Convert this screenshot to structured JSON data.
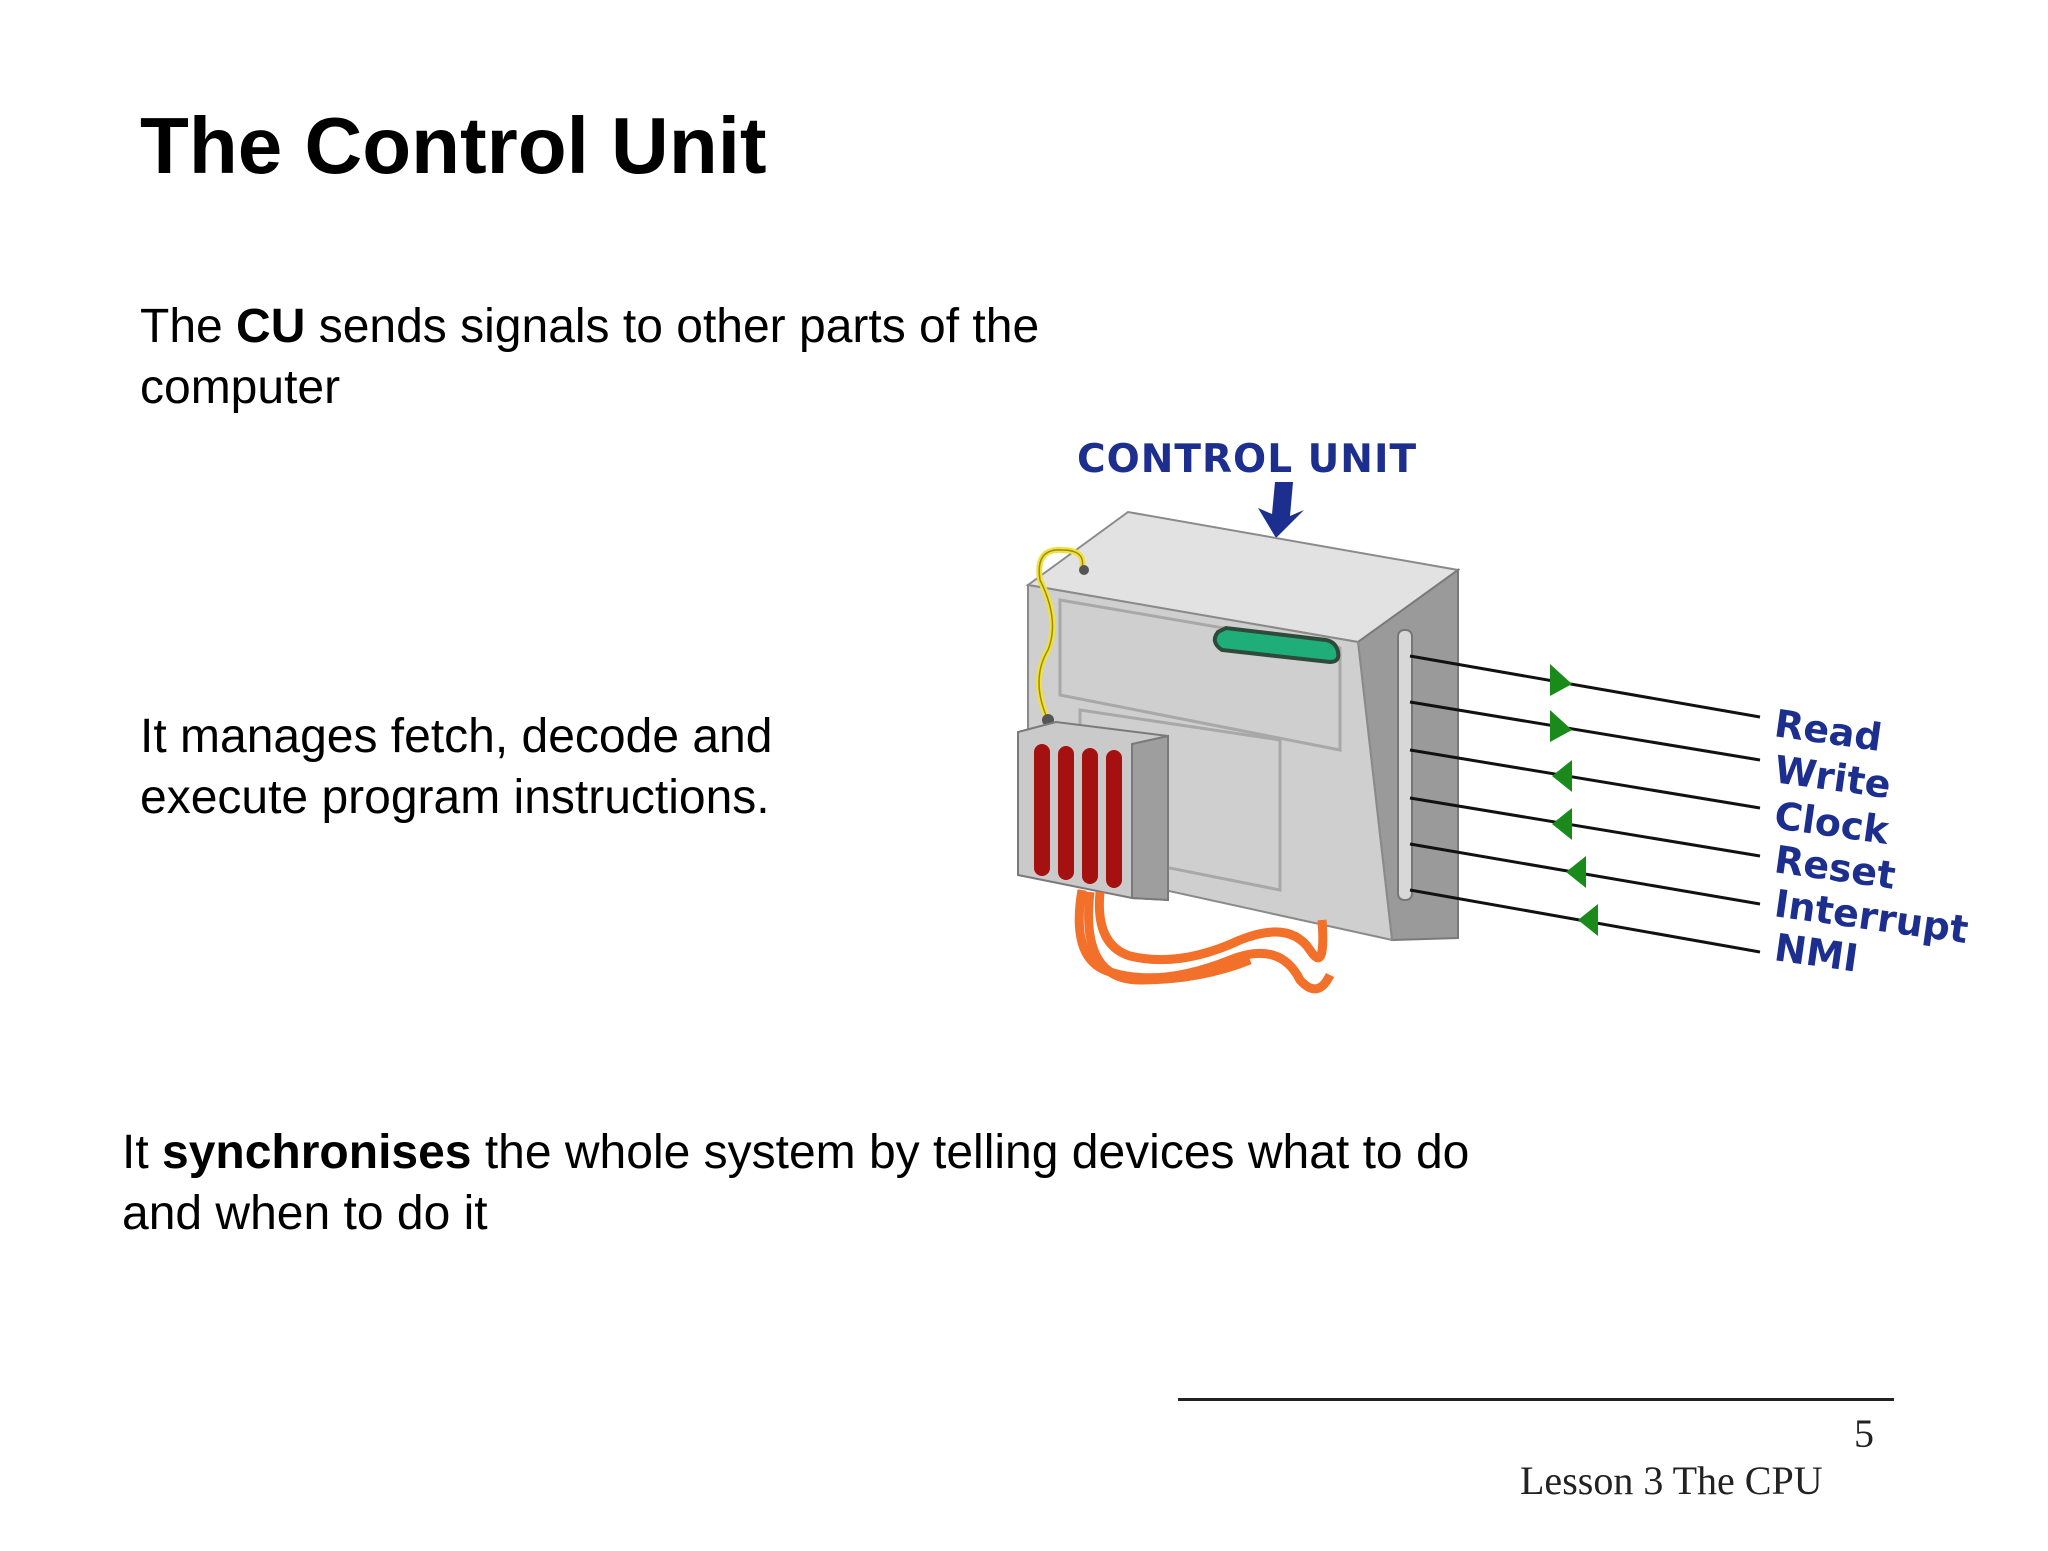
{
  "slide": {
    "title": "The Control Unit",
    "para1": {
      "t1": "The ",
      "b1": "CU",
      "t2": " sends signals to other parts of the computer"
    },
    "para2": "It manages fetch, decode and execute program instructions.",
    "para3": {
      "t1": "It ",
      "b1": "synchronises",
      "t2": " the whole system by telling devices what to do and when to do it"
    }
  },
  "figure": {
    "label": "CONTROL UNIT",
    "signals": [
      "Read",
      "Write",
      "Clock",
      "Reset",
      "Interrupt",
      "NMI"
    ],
    "signal_directions": [
      "out",
      "out",
      "in",
      "in",
      "in",
      "in"
    ],
    "colors": {
      "label": "#1c2f8f",
      "signal_text": "#1c2f8f",
      "arrow": "#1a8a1a",
      "body": "#cccccc",
      "led": "#1fae7a",
      "heatsink_fins": "#a51010",
      "cable_orange": "#f2702a",
      "cable_yellow": "#f0e040"
    }
  },
  "footer": {
    "lesson": "Lesson 3 The CPU",
    "page": "5"
  }
}
